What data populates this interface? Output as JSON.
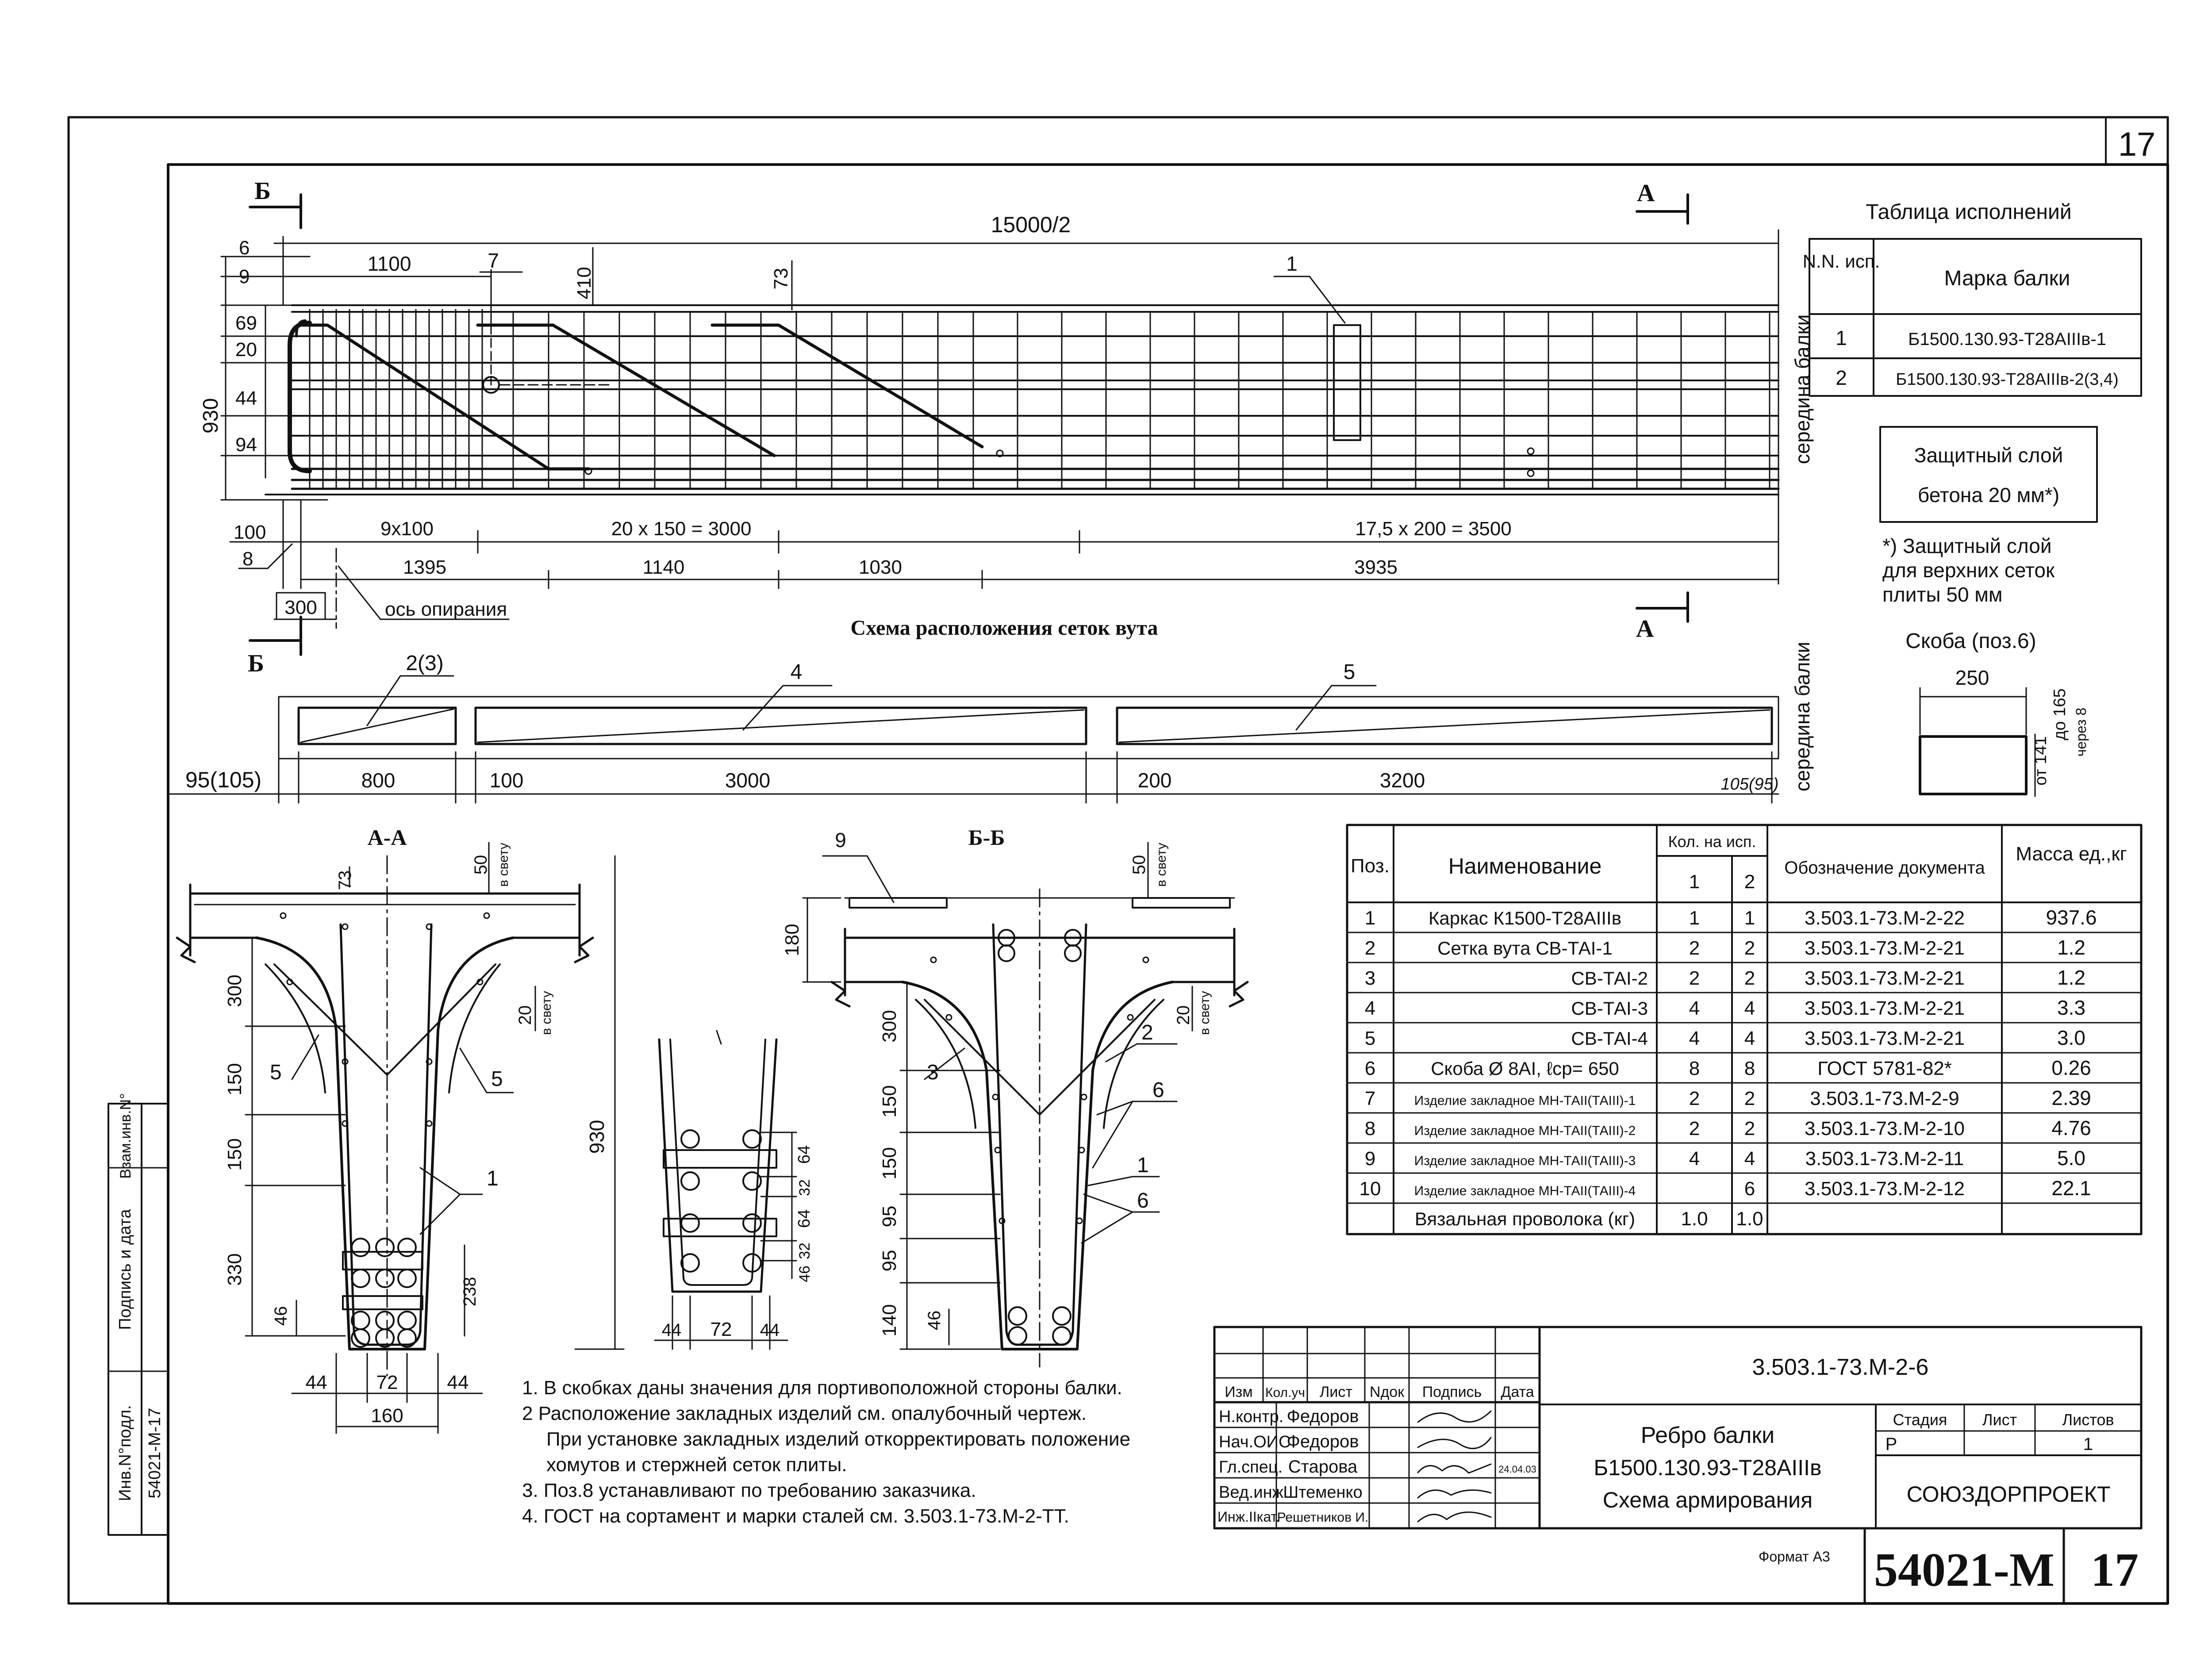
{
  "sheet_number": "17",
  "section_marks": {
    "b": "Б",
    "a": "А"
  },
  "elevation": {
    "total_length": "15000/2",
    "dim_top_1100": "1100",
    "dim_410": "410",
    "dim_73": "73",
    "pos_7": "7",
    "pos_1": "1",
    "left_dims": [
      "6",
      "9",
      "69",
      "20",
      "44",
      "94"
    ],
    "height": "930",
    "bottom_100": "100",
    "pos_8": "8",
    "spacing_1": "9x100",
    "spacing_2": "20 x 150 = 3000",
    "spacing_3": "17,5 x 200 = 3500",
    "seg_1": "1395",
    "seg_2": "1140",
    "seg_3": "1030",
    "seg_4": "3935",
    "support_300": "300",
    "support_axis": "ось опирания",
    "midspan": "середина балки"
  },
  "mesh_scheme": {
    "title": "Схема расположения сеток вута",
    "labels": [
      "2(3)",
      "4",
      "5"
    ],
    "dims": [
      "95(105)",
      "800",
      "100",
      "3000",
      "200",
      "3200",
      "105(95)"
    ],
    "midspan": "середина балки"
  },
  "variants_table": {
    "title": "Таблица исполнений",
    "col_no": "N.N. исп.",
    "col_mark": "Марка балки",
    "rows": [
      {
        "no": "1",
        "mark": "Б1500.130.93-Т28АIIIв-1"
      },
      {
        "no": "2",
        "mark": "Б1500.130.93-Т28АIIIв-2(3,4)"
      }
    ]
  },
  "cover_box": {
    "line1": "Защитный слой",
    "line2": "бетона 20 мм*)"
  },
  "cover_note": [
    "*) Защитный слой",
    "для верхних сеток",
    "плиты 50 мм"
  ],
  "bracket": {
    "title": "Скоба (поз.6)",
    "width": "250",
    "dim_from": "от 141",
    "dim_to": "до 165",
    "step": "через 8"
  },
  "section_aa": {
    "title": "А-А",
    "dims": [
      "73",
      "50",
      "в свету",
      "300",
      "150",
      "150",
      "330",
      "46",
      "238",
      "44",
      "72",
      "44",
      "160",
      "20",
      "в свету",
      "930"
    ],
    "labels": [
      "5",
      "5",
      "1"
    ]
  },
  "section_detail": {
    "dims": [
      "64",
      "32",
      "64",
      "32",
      "46",
      "44",
      "72",
      "44"
    ]
  },
  "section_bb": {
    "title": "Б-Б",
    "dims": [
      "50",
      "в свету",
      "180",
      "300",
      "150",
      "150",
      "95",
      "95",
      "140",
      "46",
      "20",
      "в свету"
    ],
    "labels": [
      "9",
      "3",
      "2",
      "6",
      "1",
      "6"
    ]
  },
  "spec_table": {
    "headers": {
      "pos": "Поз.",
      "name": "Наименование",
      "qty": "Кол. на исп.",
      "q1": "1",
      "q2": "2",
      "doc": "Обозначение документа",
      "mass": "Масса ед.,кг"
    },
    "rows": [
      {
        "pos": "1",
        "name": "Каркас К1500-Т28АIIIв",
        "q1": "1",
        "q2": "1",
        "doc": "3.503.1-73.М-2-22",
        "mass": "937.6"
      },
      {
        "pos": "2",
        "name": "Сетка вута СВ-ТАI-1",
        "q1": "2",
        "q2": "2",
        "doc": "3.503.1-73.М-2-21",
        "mass": "1.2"
      },
      {
        "pos": "3",
        "name": "СВ-ТАI-2",
        "q1": "2",
        "q2": "2",
        "doc": "3.503.1-73.М-2-21",
        "mass": "1.2"
      },
      {
        "pos": "4",
        "name": "СВ-ТАI-3",
        "q1": "4",
        "q2": "4",
        "doc": "3.503.1-73.М-2-21",
        "mass": "3.3"
      },
      {
        "pos": "5",
        "name": "СВ-ТАI-4",
        "q1": "4",
        "q2": "4",
        "doc": "3.503.1-73.М-2-21",
        "mass": "3.0"
      },
      {
        "pos": "6",
        "name": "Скоба Ø 8АI, ℓср= 650",
        "q1": "8",
        "q2": "8",
        "doc": "ГОСТ 5781-82*",
        "mass": "0.26"
      },
      {
        "pos": "7",
        "name": "Изделие закладное МН-ТАII(ТАIII)-1",
        "q1": "2",
        "q2": "2",
        "doc": "3.503.1-73.М-2-9",
        "mass": "2.39"
      },
      {
        "pos": "8",
        "name": "Изделие закладное МН-ТАII(ТАIII)-2",
        "q1": "2",
        "q2": "2",
        "doc": "3.503.1-73.М-2-10",
        "mass": "4.76"
      },
      {
        "pos": "9",
        "name": "Изделие закладное МН-ТАII(ТАIII)-3",
        "q1": "4",
        "q2": "4",
        "doc": "3.503.1-73.М-2-11",
        "mass": "5.0"
      },
      {
        "pos": "10",
        "name": "Изделие закладное МН-ТАII(ТАIII)-4",
        "q1": "",
        "q2": "6",
        "doc": "3.503.1-73.М-2-12",
        "mass": "22.1"
      },
      {
        "pos": "",
        "name": "Вязальная проволока (кг)",
        "q1": "1.0",
        "q2": "1.0",
        "doc": "",
        "mass": ""
      }
    ]
  },
  "notes": [
    "1. В скобках даны значения для портивоположной стороны балки.",
    "2  Расположение закладных изделий см. опалубочный чертеж.",
    "При установке закладных изделий откорректировать положение",
    "хомутов и стержней сеток плиты.",
    "3.  Поз.8 устанавливают  по требованию заказчика.",
    "4.  ГОСТ на сортамент и марки сталей см. 3.503.1-73.М-2-ТТ."
  ],
  "title_block": {
    "doc_code": "3.503.1-73.М-2-6",
    "headers": [
      "Изм",
      "Кол.уч",
      "Лист",
      "Nдок",
      "Подпись",
      "Дата"
    ],
    "signers": [
      {
        "role": "Н.контр.",
        "name": "Федоров"
      },
      {
        "role": "Нач.ОИС",
        "name": "Федоров"
      },
      {
        "role": "Гл.спец.",
        "name": "Старова"
      },
      {
        "role": "Вед.инж.",
        "name": "Штеменко"
      },
      {
        "role": "Инж.IIкат.",
        "name": "Решетников И."
      }
    ],
    "date_mark": "24.04.03",
    "title_lines": [
      "Ребро балки",
      "Б1500.130.93-Т28АIIIв",
      "Схема армирования"
    ],
    "stage_label": "Стадия",
    "sheet_label": "Лист",
    "sheets_label": "Листов",
    "stage": "Р",
    "sheets": "1",
    "org": "СОЮЗДОРПРОЕКТ",
    "format": "Формат А3",
    "inventory": "54021-М",
    "sheet": "17"
  },
  "side_stamp": {
    "labels": [
      "Инв.N°подл.",
      "Подпись и дата",
      "Взам.инв.N°"
    ],
    "inv_value": "54021-М-17"
  }
}
